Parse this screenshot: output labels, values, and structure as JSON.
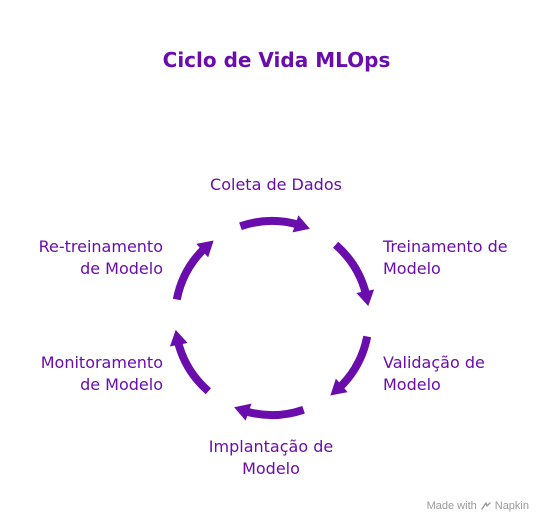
{
  "title": "Ciclo de Vida MLOps",
  "stages": {
    "top": [
      "Coleta de Dados"
    ],
    "upper_right": [
      "Treinamento de",
      "Modelo"
    ],
    "lower_right": [
      "Validação de",
      "Modelo"
    ],
    "bottom": [
      "Implantação de",
      "Modelo"
    ],
    "lower_left": [
      "Monitoramento",
      "de Modelo"
    ],
    "upper_left": [
      "Re-treinamento",
      "de Modelo"
    ]
  },
  "credit": {
    "prefix": "Made with",
    "brand": "Napkin"
  },
  "colors": {
    "accent": "#6a0dad",
    "credit": "#9a9a9a"
  },
  "icons": {
    "arrow": "arrowhead",
    "brand": "napkin-logo-icon"
  }
}
